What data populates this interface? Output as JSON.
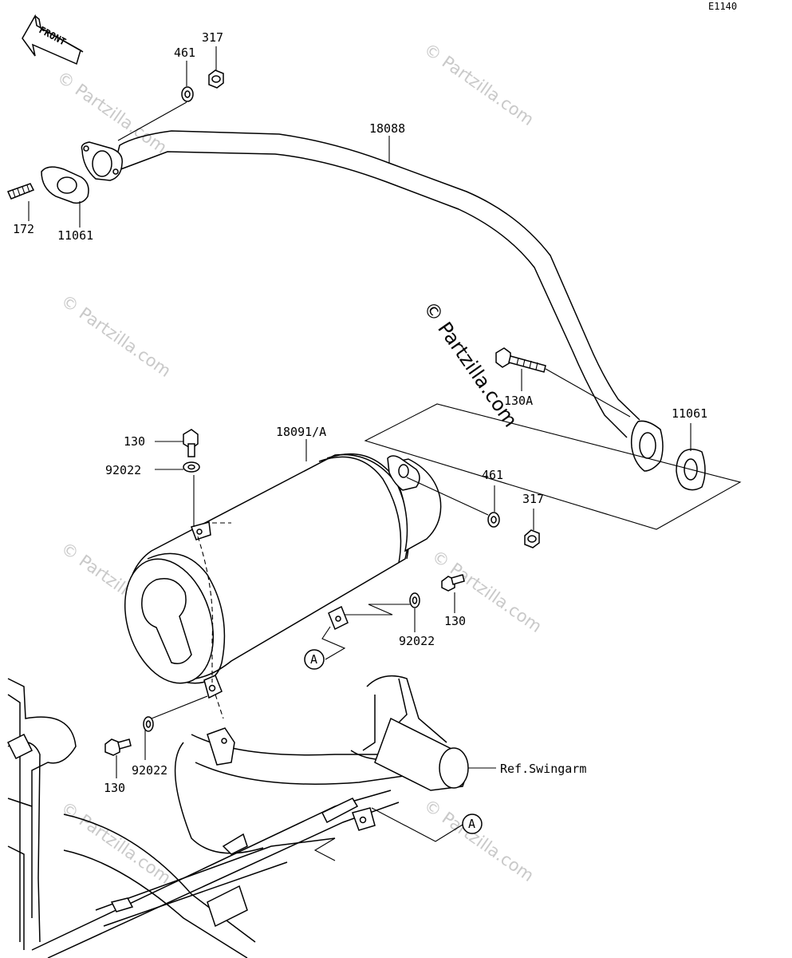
{
  "diagram_id": "E1140",
  "front_label": "FRONT",
  "watermark_text": "© Partzilla.com",
  "parts": {
    "p317_top": "317",
    "p461_top": "461",
    "p18088": "18088",
    "p172": "172",
    "p11061_left": "11061",
    "p130A": "130A",
    "p11061_right": "11061",
    "p130_top": "130",
    "p18091A": "18091/A",
    "p92022_top": "92022",
    "p461_mid": "461",
    "p317_mid": "317",
    "p130_right": "130",
    "p92022_right": "92022",
    "callout_A_left": "A",
    "p92022_bottom": "92022",
    "p130_bottom": "130",
    "ref_swingarm": "Ref.Swingarm",
    "callout_A_right": "A"
  }
}
